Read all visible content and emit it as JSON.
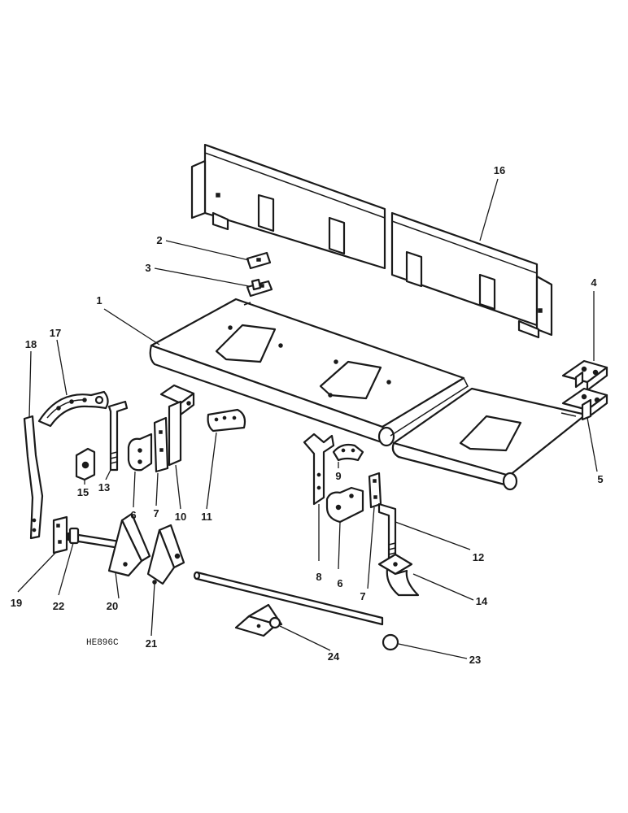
{
  "drawing_code": "HE896C",
  "callouts": [
    {
      "id": "c1",
      "label": "1"
    },
    {
      "id": "c2",
      "label": "2"
    },
    {
      "id": "c3",
      "label": "3"
    },
    {
      "id": "c4",
      "label": "4"
    },
    {
      "id": "c5",
      "label": "5"
    },
    {
      "id": "c6a",
      "label": "6"
    },
    {
      "id": "c6b",
      "label": "6"
    },
    {
      "id": "c7a",
      "label": "7"
    },
    {
      "id": "c7b",
      "label": "7"
    },
    {
      "id": "c8",
      "label": "8"
    },
    {
      "id": "c9",
      "label": "9"
    },
    {
      "id": "c10",
      "label": "10"
    },
    {
      "id": "c11",
      "label": "11"
    },
    {
      "id": "c12",
      "label": "12"
    },
    {
      "id": "c13",
      "label": "13"
    },
    {
      "id": "c14",
      "label": "14"
    },
    {
      "id": "c15",
      "label": "15"
    },
    {
      "id": "c16",
      "label": "16"
    },
    {
      "id": "c17",
      "label": "17"
    },
    {
      "id": "c18",
      "label": "18"
    },
    {
      "id": "c19",
      "label": "19"
    },
    {
      "id": "c20",
      "label": "20"
    },
    {
      "id": "c21",
      "label": "21"
    },
    {
      "id": "c22",
      "label": "22"
    },
    {
      "id": "c23",
      "label": "23"
    },
    {
      "id": "c24",
      "label": "24"
    }
  ]
}
